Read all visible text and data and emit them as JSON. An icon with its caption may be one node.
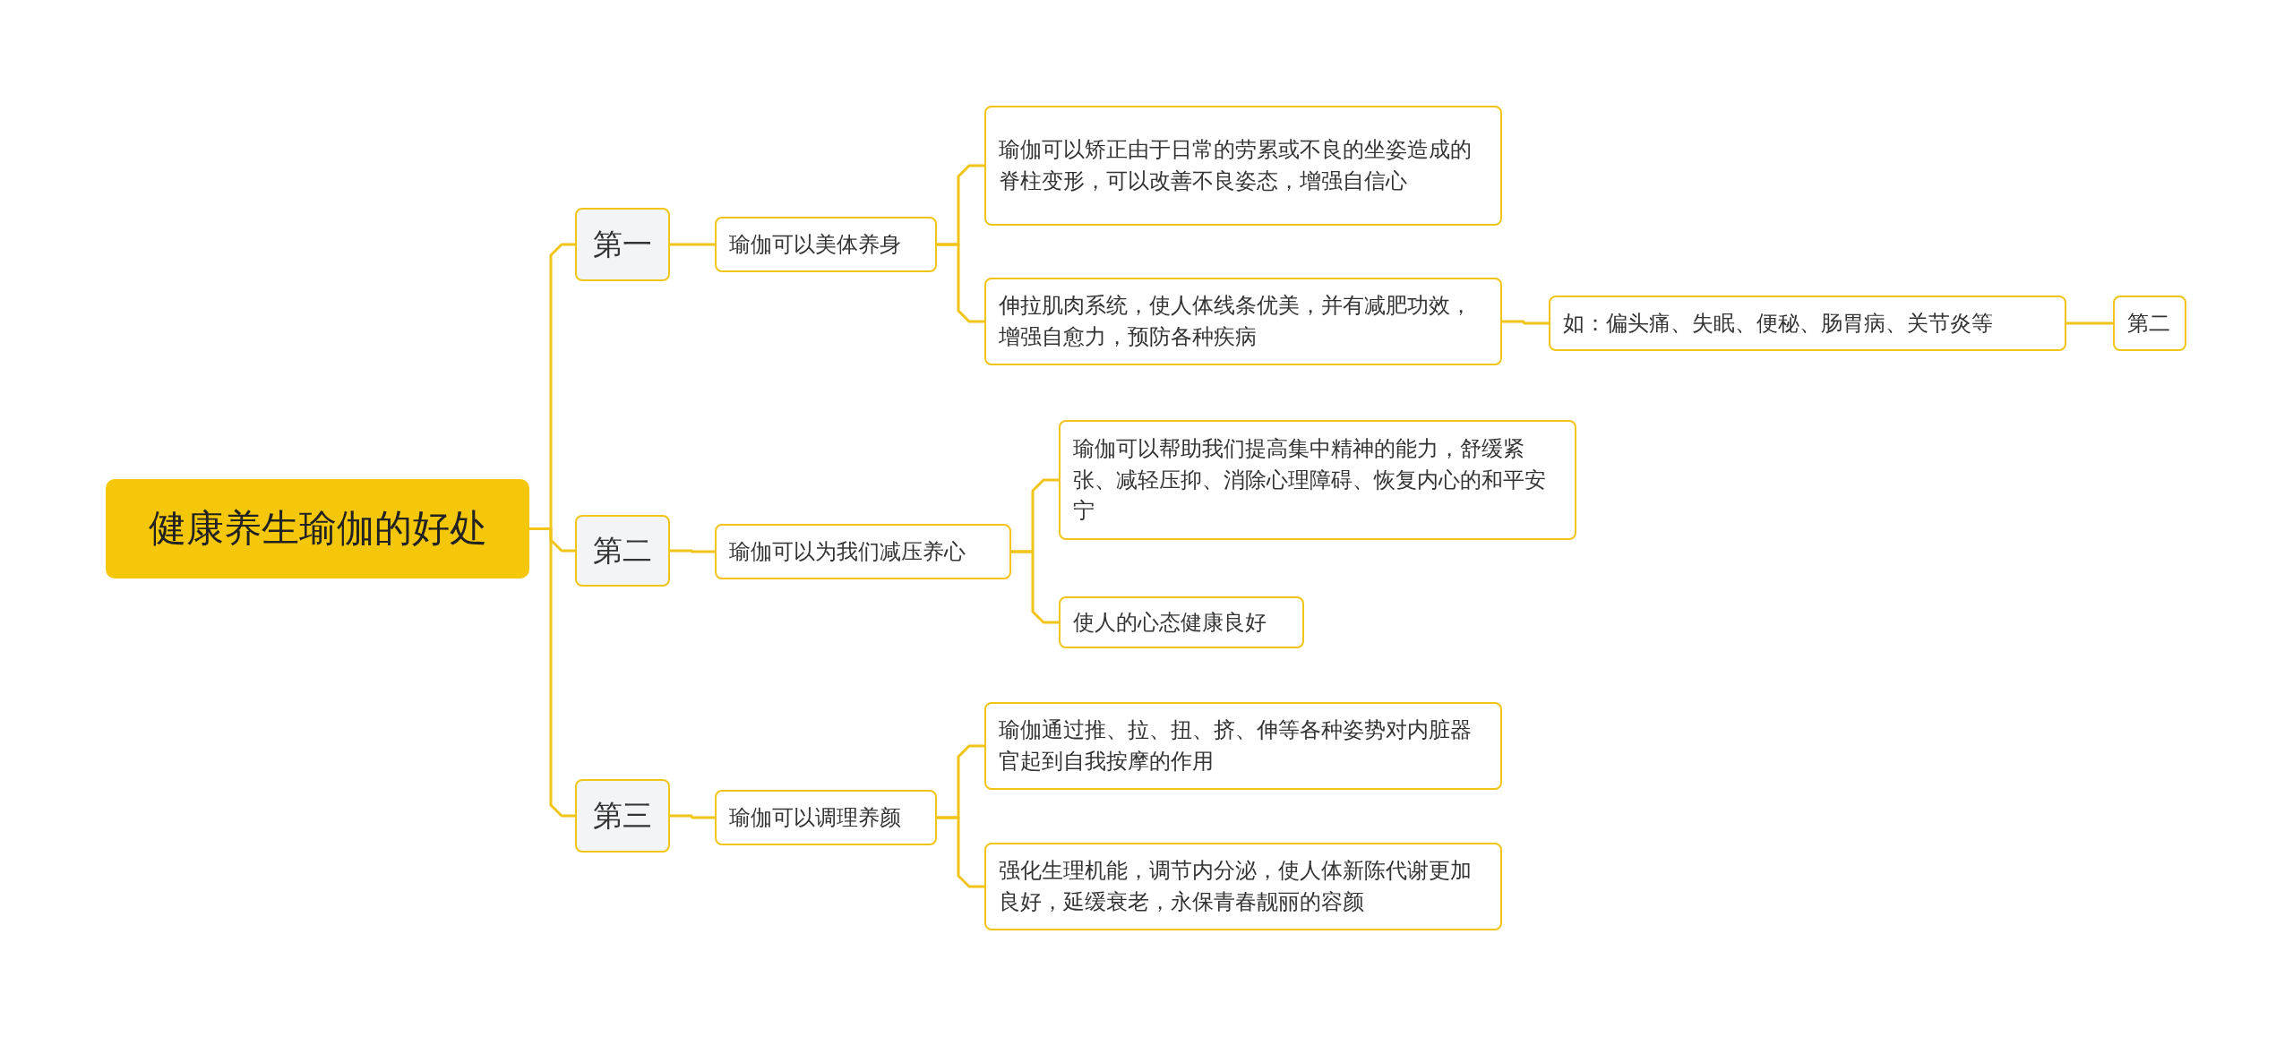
{
  "diagram": {
    "nodes": [
      {
        "text": [
          "健康养生瑜伽的好处"
        ]
      },
      {
        "text": [
          "第一"
        ]
      },
      {
        "text": [
          "瑜伽可以美体养身"
        ]
      },
      {
        "text": [
          "瑜伽可以矫正由于日常的劳累或不良的坐姿造成的脊柱变形，可以改善不良姿态，增强自信心"
        ]
      },
      {
        "text": [
          "伸拉肌肉系统，使人体线条优美，并有减肥功效，增强自愈力，预防各种疾病"
        ]
      },
      {
        "text": [
          "如：偏头痛、失眠、便秘、肠胃病、关节炎等"
        ]
      },
      {
        "text": [
          "第二"
        ]
      },
      {
        "text": [
          "第二"
        ]
      },
      {
        "text": [
          "瑜伽可以为我们减压养心"
        ]
      },
      {
        "text": [
          "瑜伽可以帮助我们提高集中精神的能力，舒缓紧张、减轻压抑、消除心理障碍、恢复内心的和平安宁"
        ]
      },
      {
        "text": [
          "使人的心态健康良好"
        ]
      },
      {
        "text": [
          "第三"
        ]
      },
      {
        "text": [
          "瑜伽可以调理养颜"
        ]
      },
      {
        "text": [
          "瑜伽通过推、拉、扭、挤、伸等各种姿势对内脏器官起到自我按摩的作用"
        ]
      },
      {
        "text": [
          "强化生理机能，调节内分泌，使人体新陈代谢更加良好，延缓衰老，永保青春靓丽的容颜"
        ]
      }
    ],
    "edges": [
      {
        "from": 0,
        "to": 1,
        "arrow": "none"
      },
      {
        "from": 1,
        "to": 2,
        "arrow": "none"
      },
      {
        "from": 2,
        "to": 3,
        "arrow": "none"
      },
      {
        "from": 2,
        "to": 4,
        "arrow": "none"
      },
      {
        "from": 4,
        "to": 5,
        "arrow": "none"
      },
      {
        "from": 5,
        "to": 6,
        "arrow": "none"
      },
      {
        "from": 0,
        "to": 7,
        "arrow": "none"
      },
      {
        "from": 7,
        "to": 8,
        "arrow": "none"
      },
      {
        "from": 8,
        "to": 9,
        "arrow": "none"
      },
      {
        "from": 8,
        "to": 10,
        "arrow": "none"
      },
      {
        "from": 0,
        "to": 11,
        "arrow": "none"
      },
      {
        "from": 11,
        "to": 12,
        "arrow": "none"
      },
      {
        "from": 12,
        "to": 13,
        "arrow": "none"
      },
      {
        "from": 12,
        "to": 14,
        "arrow": "none"
      }
    ]
  }
}
